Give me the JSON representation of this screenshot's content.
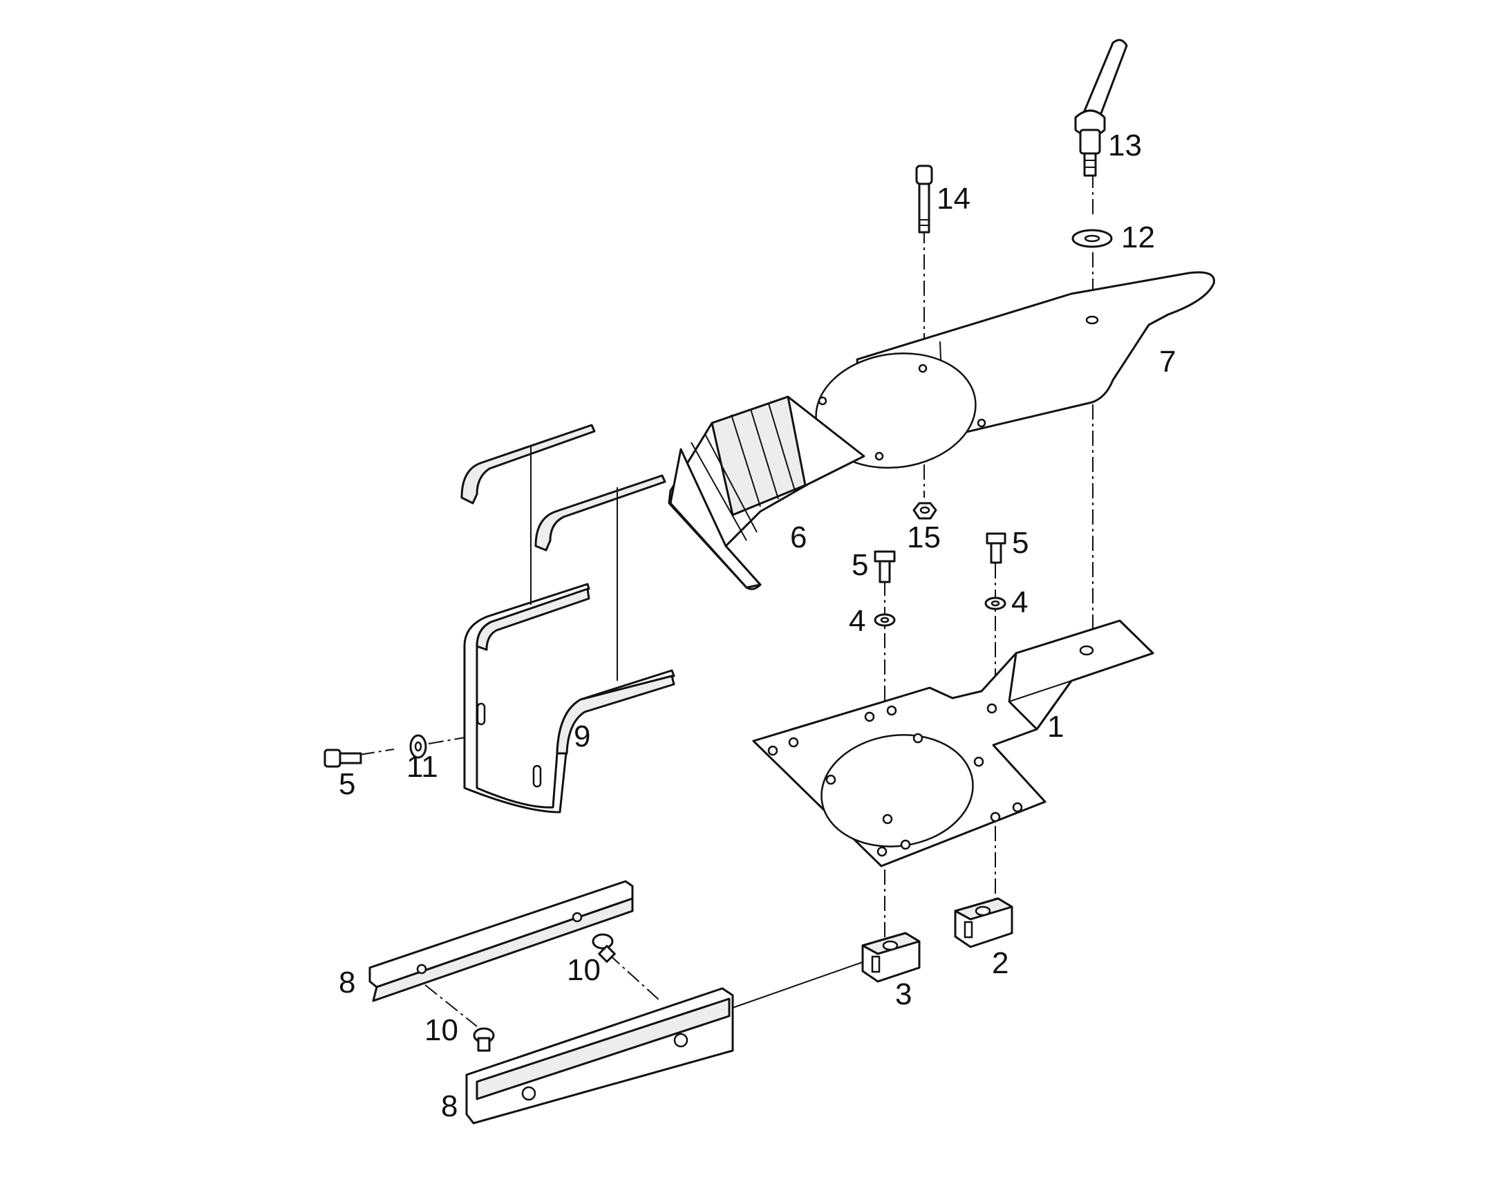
{
  "diagram": {
    "callouts": {
      "c1": "1",
      "c2": "2",
      "c3": "3",
      "c4a": "4",
      "c4b": "4",
      "c5a": "5",
      "c5b": "5",
      "c5c": "5",
      "c6": "6",
      "c7": "7",
      "c8a": "8",
      "c8b": "8",
      "c9": "9",
      "c10a": "10",
      "c10b": "10",
      "c11": "11",
      "c12": "12",
      "c13": "13",
      "c14": "14",
      "c15": "15"
    }
  }
}
